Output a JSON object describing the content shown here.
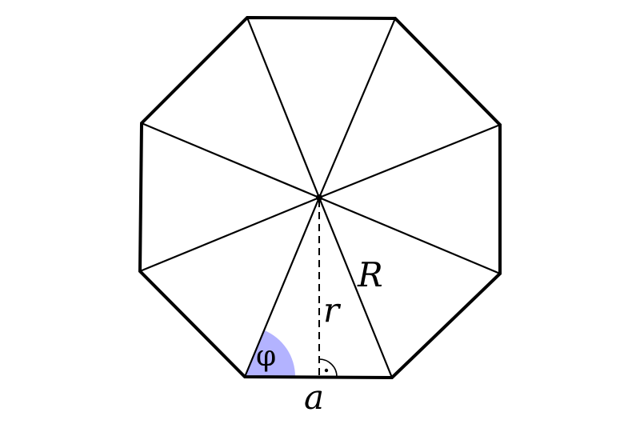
{
  "labels": {
    "circumradius": "R",
    "inradius": "r",
    "side": "a",
    "angle": "φ"
  },
  "colors": {
    "stroke": "#000000",
    "angle_fill": "#b3b3ff",
    "background": "#ffffff"
  }
}
